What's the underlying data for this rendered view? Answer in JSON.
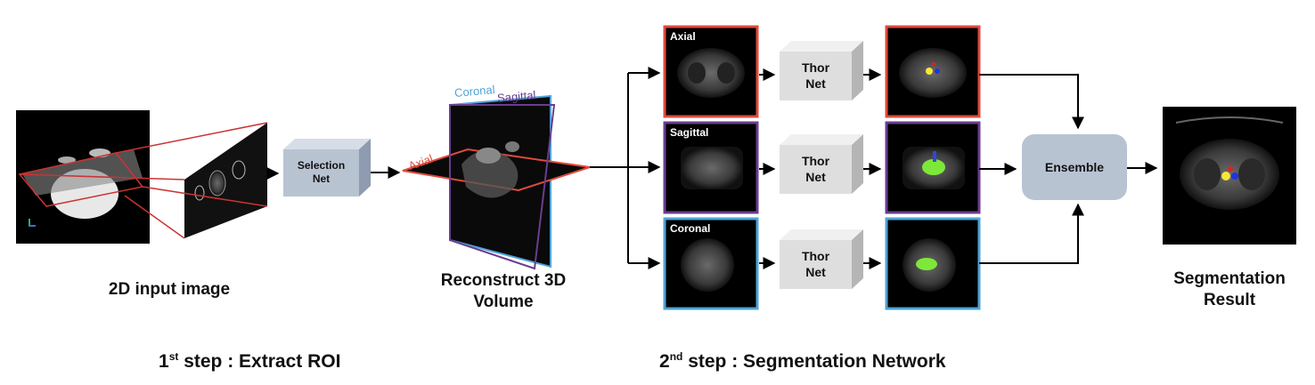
{
  "input_caption": "2D input image",
  "selection_net": [
    "Selection",
    "Net"
  ],
  "volume_caption": [
    "Reconstruct 3D",
    "Volume"
  ],
  "plane_labels": {
    "coronal": "Coronal",
    "sagittal": "Sagittal",
    "axial": "Axial"
  },
  "views": [
    {
      "label": "Axial",
      "color": "#e04a3c"
    },
    {
      "label": "Sagittal",
      "color": "#6a3d8f"
    },
    {
      "label": "Coronal",
      "color": "#4ea3d8"
    }
  ],
  "thor_net": [
    "Thor",
    "Net"
  ],
  "ensemble": "Ensemble",
  "result_caption": [
    "Segmentation",
    "Result"
  ],
  "step1": {
    "num": "1",
    "sup": "st",
    "text": " step : Extract ROI"
  },
  "step2": {
    "num": "2",
    "sup": "nd",
    "text": " step : Segmentation Network"
  },
  "colors": {
    "net_box": "#b8c3d2",
    "thor_box": "#dedede",
    "axial": "#e04a3c",
    "sagittal": "#6a3d8f",
    "coronal": "#4ea3d8"
  }
}
